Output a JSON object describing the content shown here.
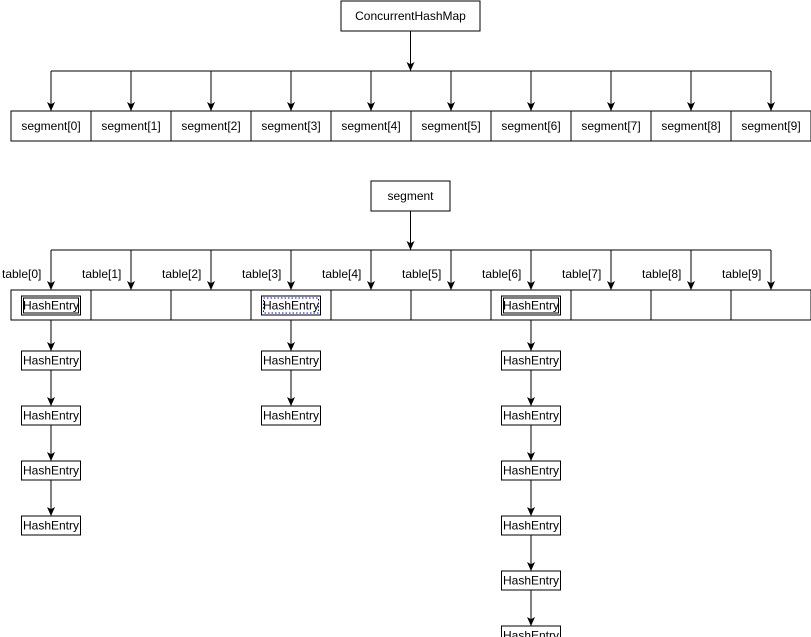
{
  "diagram": {
    "root": {
      "label": "ConcurrentHashMap"
    },
    "segments": [
      {
        "label": "segment[0]"
      },
      {
        "label": "segment[1]"
      },
      {
        "label": "segment[2]"
      },
      {
        "label": "segment[3]"
      },
      {
        "label": "segment[4]"
      },
      {
        "label": "segment[5]"
      },
      {
        "label": "segment[6]"
      },
      {
        "label": "segment[7]"
      },
      {
        "label": "segment[8]"
      },
      {
        "label": "segment[9]"
      }
    ],
    "segment_node": {
      "label": "segment"
    },
    "tables": [
      {
        "label": "table[0]",
        "entries": [
          "HashEntry",
          "HashEntry",
          "HashEntry",
          "HashEntry",
          "HashEntry"
        ]
      },
      {
        "label": "table[1]",
        "entries": []
      },
      {
        "label": "table[2]",
        "entries": []
      },
      {
        "label": "table[3]",
        "entries": [
          "HashEntry",
          "HashEntry",
          "HashEntry"
        ],
        "highlight_head": true
      },
      {
        "label": "table[4]",
        "entries": []
      },
      {
        "label": "table[5]",
        "entries": []
      },
      {
        "label": "table[6]",
        "entries": [
          "HashEntry",
          "HashEntry",
          "HashEntry",
          "HashEntry",
          "HashEntry",
          "HashEntry",
          "HashEntry"
        ]
      },
      {
        "label": "table[7]",
        "entries": []
      },
      {
        "label": "table[8]",
        "entries": []
      },
      {
        "label": "table[9]",
        "entries": []
      }
    ],
    "colors": {
      "stroke": "#000000",
      "text": "#000000",
      "highlight": "#ff0000",
      "fill": "#ffffff"
    }
  }
}
